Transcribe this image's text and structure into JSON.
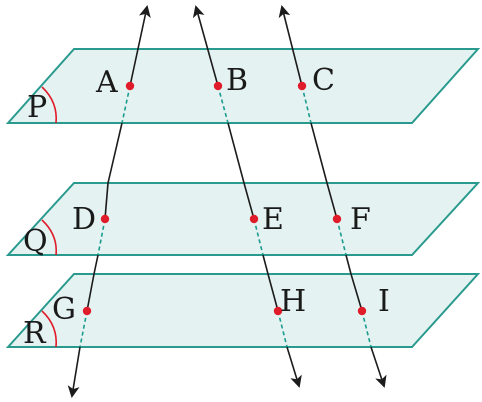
{
  "planes": [
    {
      "id": "P",
      "label": "P"
    },
    {
      "id": "Q",
      "label": "Q"
    },
    {
      "id": "R",
      "label": "R"
    }
  ],
  "points": [
    {
      "id": "A",
      "label": "A"
    },
    {
      "id": "B",
      "label": "B"
    },
    {
      "id": "C",
      "label": "C"
    },
    {
      "id": "D",
      "label": "D"
    },
    {
      "id": "E",
      "label": "E"
    },
    {
      "id": "F",
      "label": "F"
    },
    {
      "id": "G",
      "label": "G"
    },
    {
      "id": "H",
      "label": "H"
    },
    {
      "id": "I",
      "label": "I"
    }
  ],
  "lines": [
    {
      "through": [
        "A",
        "D",
        "G"
      ]
    },
    {
      "through": [
        "B",
        "E",
        "H"
      ]
    },
    {
      "through": [
        "C",
        "F",
        "I"
      ]
    }
  ],
  "colors": {
    "plane_fill": "#e4f3f1",
    "plane_edge": "#2a9a8e",
    "point": "#e01b2a",
    "angle_arc": "#e01b2a",
    "line": "#1c1c1c",
    "hidden_line": "#1c9b8f"
  }
}
